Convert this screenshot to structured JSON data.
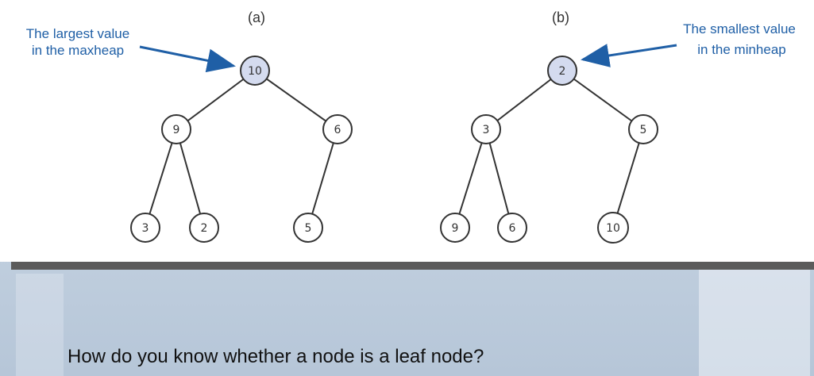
{
  "labels": {
    "a": "(a)",
    "b": "(b)"
  },
  "annotations": {
    "left_line1": "The largest value",
    "left_line2": "in the maxheap",
    "right_line1": "The smallest value",
    "right_line2": "in the minheap"
  },
  "maxheap": {
    "root": "10",
    "l": "9",
    "r": "6",
    "ll": "3",
    "lr": "2",
    "rl": "5"
  },
  "minheap": {
    "root": "2",
    "l": "3",
    "r": "5",
    "ll": "9",
    "lr": "6",
    "rl": "10"
  },
  "question": "How do you know whether a node is a leaf node?",
  "colors": {
    "highlight_node": "#d4dbef",
    "annotation": "#1f5fa6",
    "arrow": "#1f5fa6"
  }
}
